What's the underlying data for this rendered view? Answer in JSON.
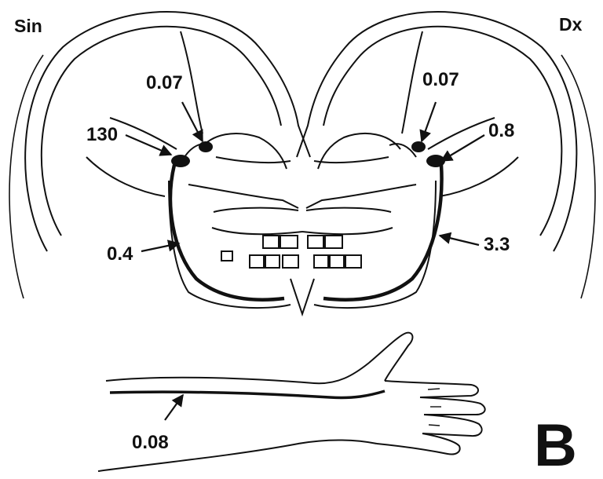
{
  "panel_letter": "B",
  "sides": {
    "left": "Sin",
    "right": "Dx"
  },
  "values": {
    "sin_eye": "0.07",
    "sin_ear": "130",
    "sin_jaw": "0.4",
    "dx_eye": "0.07",
    "dx_ear": "0.8",
    "dx_jaw": "3.3",
    "arm": "0.08"
  }
}
